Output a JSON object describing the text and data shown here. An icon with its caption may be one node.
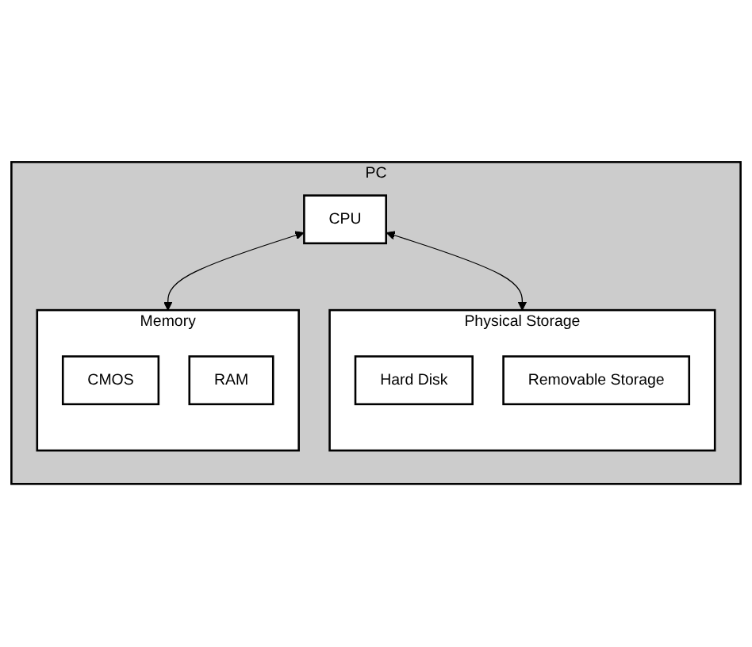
{
  "diagram": {
    "nodes": [
      {
        "text": [
          "PC"
        ]
      },
      {
        "text": [
          "CPU"
        ],
        "in": 0
      },
      {
        "text": [
          "Physical Storage"
        ],
        "in": 0
      },
      {
        "text": [
          "Hard Disk"
        ],
        "in": 2
      },
      {
        "text": [
          "Removable Storage"
        ],
        "in": 2
      },
      {
        "text": [
          "Memory"
        ],
        "in": 0
      },
      {
        "text": [
          "CMOS"
        ],
        "in": 5
      },
      {
        "text": [
          "RAM"
        ],
        "in": 5
      }
    ],
    "edges": [
      {
        "from": 1,
        "to": 2,
        "arrow": "both"
      },
      {
        "from": 1,
        "to": 5,
        "arrow": "both"
      }
    ]
  }
}
